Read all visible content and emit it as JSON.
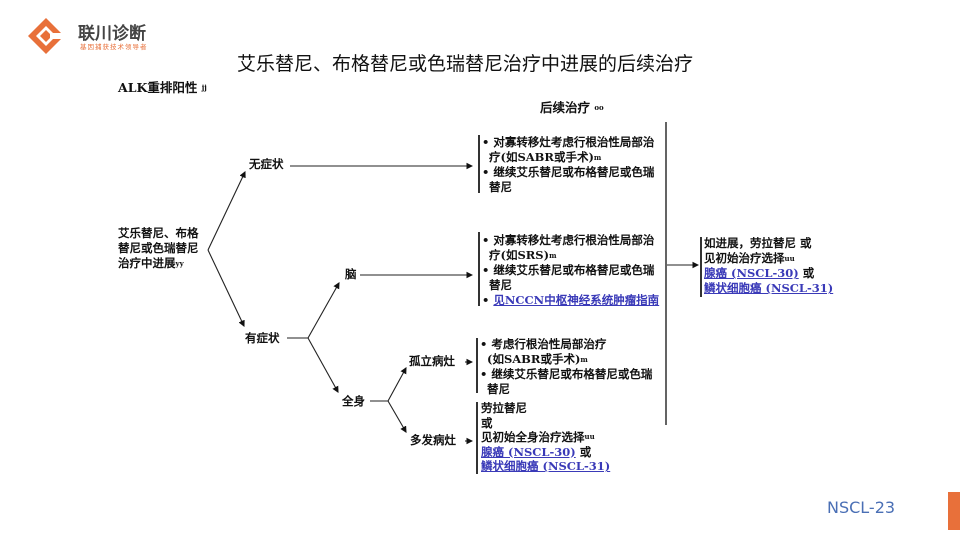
{
  "logo": {
    "name": "联川诊断",
    "tagline": "基因捕获技术领导者",
    "color": "#e8703a"
  },
  "title": "艾乐替尼、布格替尼或色瑞替尼治疗中进展的后续治疗",
  "header_left": {
    "label": "ALK重排阳性",
    "sup": "jj"
  },
  "header_right": {
    "label": "后续治疗",
    "sup": "oo"
  },
  "start": {
    "lines": [
      "艾乐替尼、布格",
      "替尼或色瑞替尼",
      "治疗中进展"
    ],
    "sup": "yy"
  },
  "nodes": {
    "asymptomatic": "无症状",
    "symptomatic": "有症状",
    "brain": "脑",
    "systemic": "全身",
    "isolated": "孤立病灶",
    "multiple": "多发病灶"
  },
  "box_asym": {
    "l1": "• 对寡转移灶考虑行根治性局部治",
    "l2": "疗(如SABR或手术)",
    "l2sup": "m",
    "l3": "• 继续艾乐替尼或布格替尼或色瑞",
    "l4": "替尼"
  },
  "box_brain": {
    "l1": "• 对寡转移灶考虑行根治性局部治",
    "l2": "疗(如SRS)",
    "l2sup": "m",
    "l3": "• 继续艾乐替尼或布格替尼或色瑞",
    "l4": "替尼",
    "l5": "见NCCN中枢神经系统肿瘤指南"
  },
  "box_isolated": {
    "l1": "• 考虑行根治性局部治疗",
    "l2": "(如SABR或手术)",
    "l2sup": "m",
    "l3": "• 继续艾乐替尼或布格替尼或色瑞",
    "l4": "替尼"
  },
  "box_multiple": {
    "l1": "劳拉替尼",
    "l2": "或",
    "l3": "见初始全身治疗选择",
    "l3sup": "uu",
    "link1": "腺癌 (NSCL-30)",
    "or": " 或",
    "link2": "鳞状细胞癌 (NSCL-31)"
  },
  "box_final": {
    "l1": "如进展，劳拉替尼 或",
    "l2": "见初始治疗选择",
    "l2sup": "uu",
    "link1": "腺癌 (NSCL-30)",
    "or": " 或",
    "link2": "鳞状细胞癌 (NSCL-31)"
  },
  "page_code": "NSCL-23",
  "colors": {
    "link": "#3a3ab8",
    "page_code": "#4a6fb5",
    "accent": "#e8703a"
  }
}
